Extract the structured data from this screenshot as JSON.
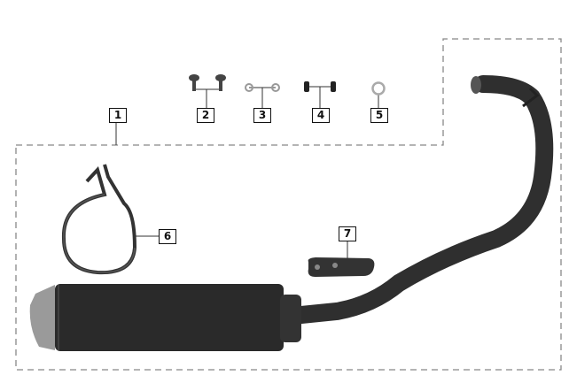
{
  "diagram": {
    "callouts": [
      {
        "number": "1",
        "part": "exhaust-assembly"
      },
      {
        "number": "2",
        "part": "bolts"
      },
      {
        "number": "3",
        "part": "washers"
      },
      {
        "number": "4",
        "part": "screws"
      },
      {
        "number": "5",
        "part": "gasket"
      },
      {
        "number": "6",
        "part": "muffler-bracket"
      },
      {
        "number": "7",
        "part": "heat-shield"
      }
    ],
    "colors": {
      "part": "#2b2b2b",
      "outline": "#888888",
      "callout_border": "#111111"
    }
  }
}
